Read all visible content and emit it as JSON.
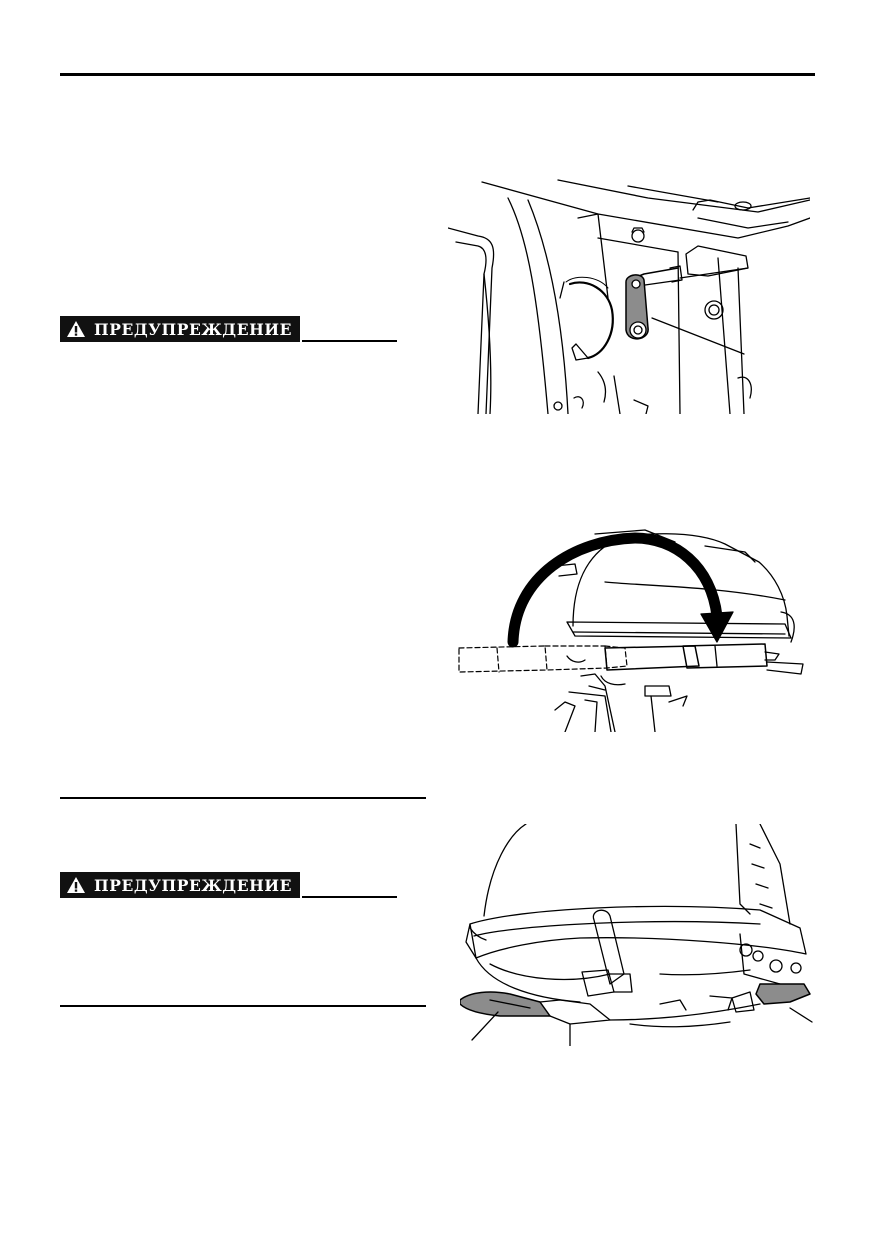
{
  "warnings": [
    {
      "label": "ПРЕДУПРЕЖДЕНИЕ",
      "icon": "warning-triangle-icon"
    },
    {
      "label": "ПРЕДУПРЕЖДЕНИЕ",
      "icon": "warning-triangle-icon"
    }
  ],
  "figures": [
    {
      "name": "steering-friction-lever-illustration"
    },
    {
      "name": "tiller-handle-rotation-illustration"
    },
    {
      "name": "cowling-and-tiller-underside-illustration"
    }
  ],
  "colors": {
    "ink": "#000000",
    "badge": "#111111",
    "highlight": "#8c8c8c"
  }
}
